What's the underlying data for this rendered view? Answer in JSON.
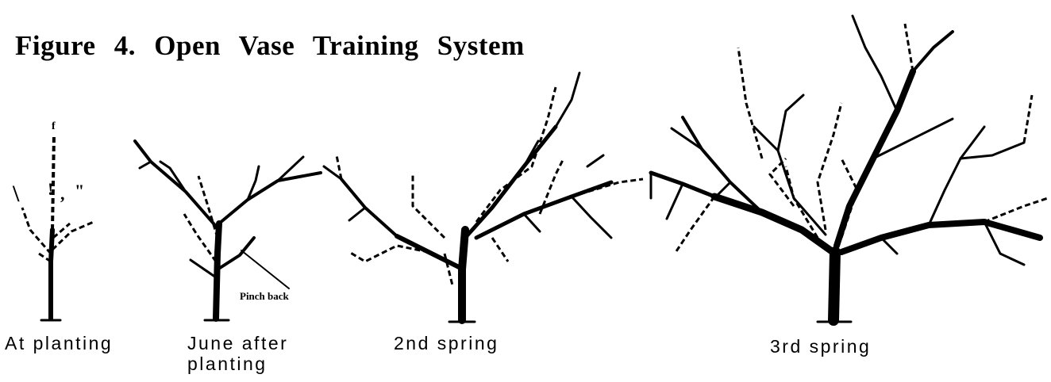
{
  "figure": {
    "title": "Figure 4. Open Vase Training System",
    "stages": [
      {
        "caption_line1": "At planting",
        "caption_line2": ""
      },
      {
        "caption_line1": "June after",
        "caption_line2": "planting"
      },
      {
        "caption_line1": "2nd spring",
        "caption_line2": ""
      },
      {
        "caption_line1": "3rd spring",
        "caption_line2": ""
      }
    ],
    "annotations": {
      "pinch_back": "Pinch back"
    },
    "stray_marks": [
      "f",
      "\"",
      "!",
      ",",
      "\\"
    ]
  }
}
